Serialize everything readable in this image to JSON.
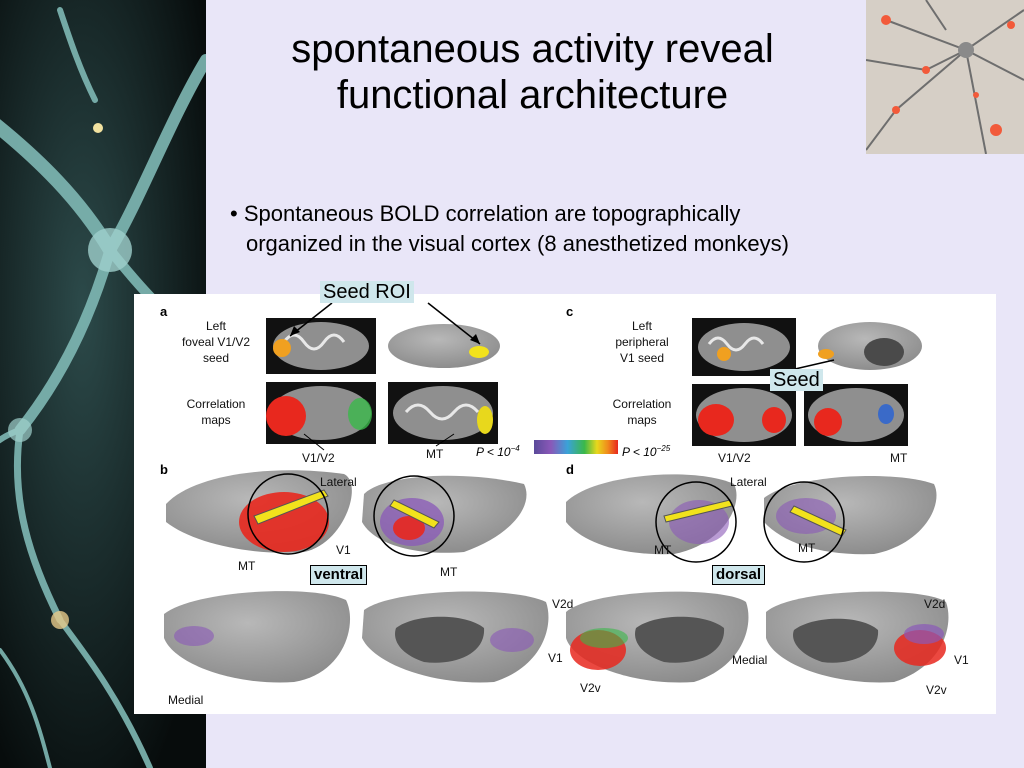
{
  "slide": {
    "title_line1": "spontaneous activity reveal",
    "title_line2": "functional architecture",
    "bullet_line1": "• Spontaneous BOLD correlation are topographically",
    "bullet_line2": "organized in the visual cortex (8 anesthetized monkeys)"
  },
  "callouts": {
    "seed_roi": "Seed ROI",
    "seed": "Seed",
    "ventral": "ventral",
    "dorsal": "dorsal"
  },
  "figure": {
    "panel_a": "a",
    "panel_b": "b",
    "panel_c": "c",
    "panel_d": "d",
    "a_seed_1": "Left",
    "a_seed_2": "foveal V1/V2",
    "a_seed_3": "seed",
    "a_corr_1": "Correlation",
    "a_corr_2": "maps",
    "c_seed_1": "Left",
    "c_seed_2": "peripheral",
    "c_seed_3": "V1 seed",
    "c_corr_1": "Correlation",
    "c_corr_2": "maps",
    "v1v2": "V1/V2",
    "mt": "MT",
    "v1": "V1",
    "v2d": "V2d",
    "v2v": "V2v",
    "lateral": "Lateral",
    "medial": "Medial",
    "p_low": "P < 10",
    "p_low_exp": "−4",
    "p_high": "P < 10",
    "p_high_exp": "−25"
  },
  "colors": {
    "background": "#e9e6f8",
    "callout_fill": "#cfe7ec",
    "brain_gray": "#9c9c9c",
    "activation_red": "#e8281e",
    "activation_yellow": "#f2e21c"
  }
}
